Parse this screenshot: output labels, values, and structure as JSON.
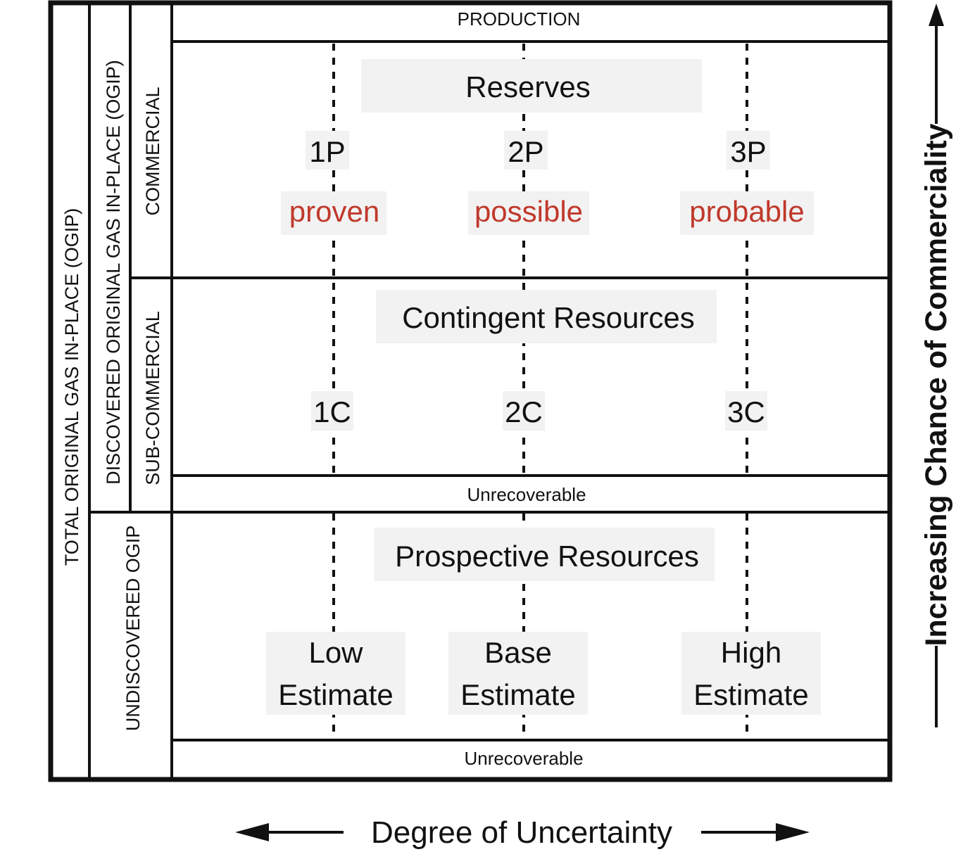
{
  "labels": {
    "total_ogip": "TOTAL ORIGINAL GAS IN-PLACE (OGIP)",
    "discovered_ogip": "DISCOVERED ORIGINAL GAS IN-PLACE (OGIP)",
    "undiscovered_ogip": "UNDISCOVERED OGIP",
    "commercial": "COMMERCIAL",
    "sub_commercial": "SUB-COMMERCIAL",
    "production": "PRODUCTION",
    "reserves": "Reserves",
    "contingent_resources": "Contingent Resources",
    "prospective_resources": "Prospective Resources",
    "unrecoverable_1": "Unrecoverable",
    "unrecoverable_2": "Unrecoverable",
    "reserve_levels": [
      "1P",
      "2P",
      "3P"
    ],
    "reserve_descriptors": [
      "proven",
      "possible",
      "probable"
    ],
    "contingent_levels": [
      "1C",
      "2C",
      "3C"
    ],
    "estimates": {
      "low": [
        "Low",
        "Estimate"
      ],
      "base": [
        "Base",
        "Estimate"
      ],
      "high": [
        "High",
        "Estimate"
      ]
    },
    "x_axis": "Degree of Uncertainty",
    "y_axis": "Increasing Chance of Commerciality"
  },
  "colors": {
    "line": "#111111",
    "descriptor": "#c0392b",
    "label_bg": "#f2f2f2"
  }
}
